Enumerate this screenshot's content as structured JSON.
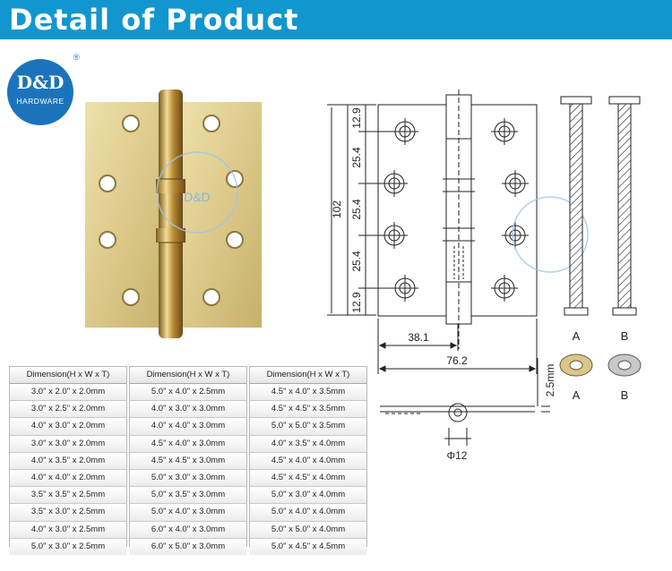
{
  "header": {
    "title": "Detail of Product"
  },
  "logo": {
    "main": "D&D",
    "sub": "HARDWARE",
    "reg": "®"
  },
  "watermark": {
    "mid": "D&D"
  },
  "drawing": {
    "dims_vertical": [
      "12.9",
      "25.4",
      "25.4",
      "25.4",
      "12.9"
    ],
    "total_height": "102",
    "half_width": "38.1",
    "total_width": "76.2",
    "thickness": "2.5mm",
    "knuckle_dia": "Φ12",
    "section_labels": [
      "A",
      "B"
    ],
    "bearing_labels": [
      "A",
      "B"
    ]
  },
  "table": {
    "header": "Dimension(H x W x T)",
    "columns": [
      [
        "3.0\" x 2.0\" x 2.0mm",
        "3.0\" x 2.5\" x 2.0mm",
        "4.0\" x 3.0\" x 2.0mm",
        "3.0\" x 3.0\" x 2.0mm",
        "4.0\" x 3.5\" x 2.0mm",
        "4.0\" x 4.0\" x 2.0mm",
        "3.5\" x 3.5\" x 2.5mm",
        "3.5\" x 3.0\" x 2.5mm",
        "4.0\" x 3.0\" x 2.5mm",
        "5.0\" x 3.0\" x 2.5mm"
      ],
      [
        "5.0\" x 4.0\" x 2.5mm",
        "4.0\" x 3.0\" x 3.0mm",
        "4.0\" x 4.0\" x 3.0mm",
        "4.5\" x 4.0\" x 3.0mm",
        "4.5\" x 4.5\" x 3.0mm",
        "5.0\" x 3.0\" x 3.0mm",
        "5.0\" x 3.5\" x 3.0mm",
        "5.0\" x 4.0\" x 3.0mm",
        "6.0\" x 4.0\" x 3.0mm",
        "6.0\" x 5.0\" x 3.0mm"
      ],
      [
        "4.5\" x 4.0\" x 3.5mm",
        "4.5\" x 4.5\" x 3.5mm",
        "5.0\" x 5.0\" x 3.5mm",
        "4.0\" x 3.5\" x 4.0mm",
        "4.5\" x 4.0\" x 4.0mm",
        "4.5\" x 4.5\" x 4.0mm",
        "5.0\" x 3.0\" x 4.0mm",
        "5.0\" x 4.0\" x 4.0mm",
        "5.0\" x 5.0\" x 4.0mm",
        "5.0\" x 4.5\" x 4.5mm"
      ]
    ]
  }
}
